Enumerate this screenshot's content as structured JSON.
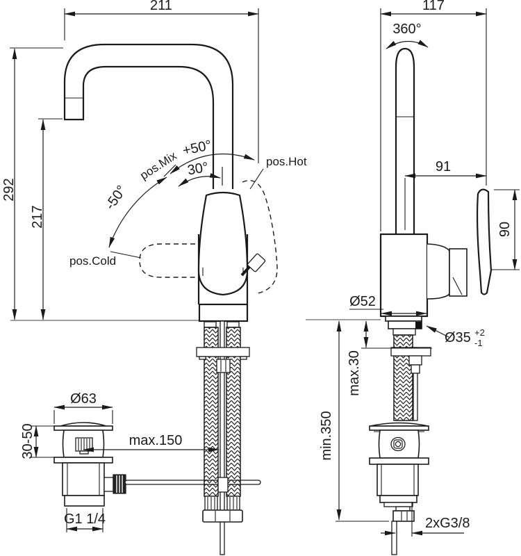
{
  "document": {
    "kind": "technical dimension drawing",
    "subject": "single-lever high-spout basin mixer with pop-up waste, front and side views"
  },
  "colors": {
    "line": "#1a1a1a",
    "background": "#ffffff",
    "deck_line": "#808080",
    "knob_fill": "#222222"
  },
  "front_view": {
    "dimensions": {
      "spout_reach": "211",
      "total_height": "292",
      "outlet_height": "217",
      "waste_flange_diameter": "Ø63",
      "waste_deck_range": "30-50",
      "rod_max_length": "max.150",
      "waste_thread": "G1 1/4"
    },
    "handle_angles": {
      "pos_mix": "pos.Mix",
      "plus_fifty": "+50°",
      "thirty": "30°",
      "minus_fifty": "-50°",
      "pos_cold": "pos.Cold",
      "pos_hot": "pos.Hot"
    }
  },
  "side_view": {
    "dimensions": {
      "depth": "117",
      "spout_swivel": "360°",
      "handle_reach": "91",
      "handle_height": "90",
      "body_diameter": "Ø52",
      "hole_diameter": "Ø35",
      "hole_tol_plus": "+2",
      "hole_tol_minus": "-1",
      "deck_thickness_max": "max.30",
      "hose_min_length": "min.350",
      "hose_thread": "2xG3/8"
    }
  }
}
